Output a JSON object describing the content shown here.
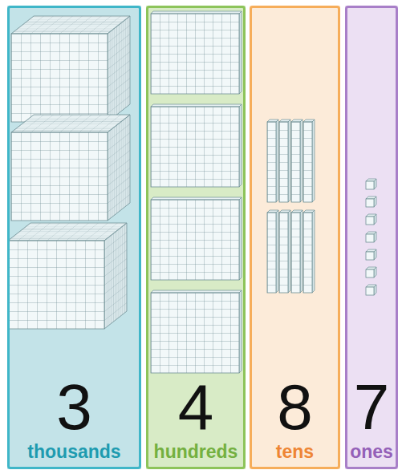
{
  "diagram": {
    "nodes": [
      {
        "text": [
          "3",
          "thousands"
        ]
      },
      {
        "text": [
          "4",
          "hundreds"
        ]
      },
      {
        "text": [
          "8",
          "tens"
        ]
      },
      {
        "text": [
          "7",
          "ones"
        ]
      }
    ]
  }
}
